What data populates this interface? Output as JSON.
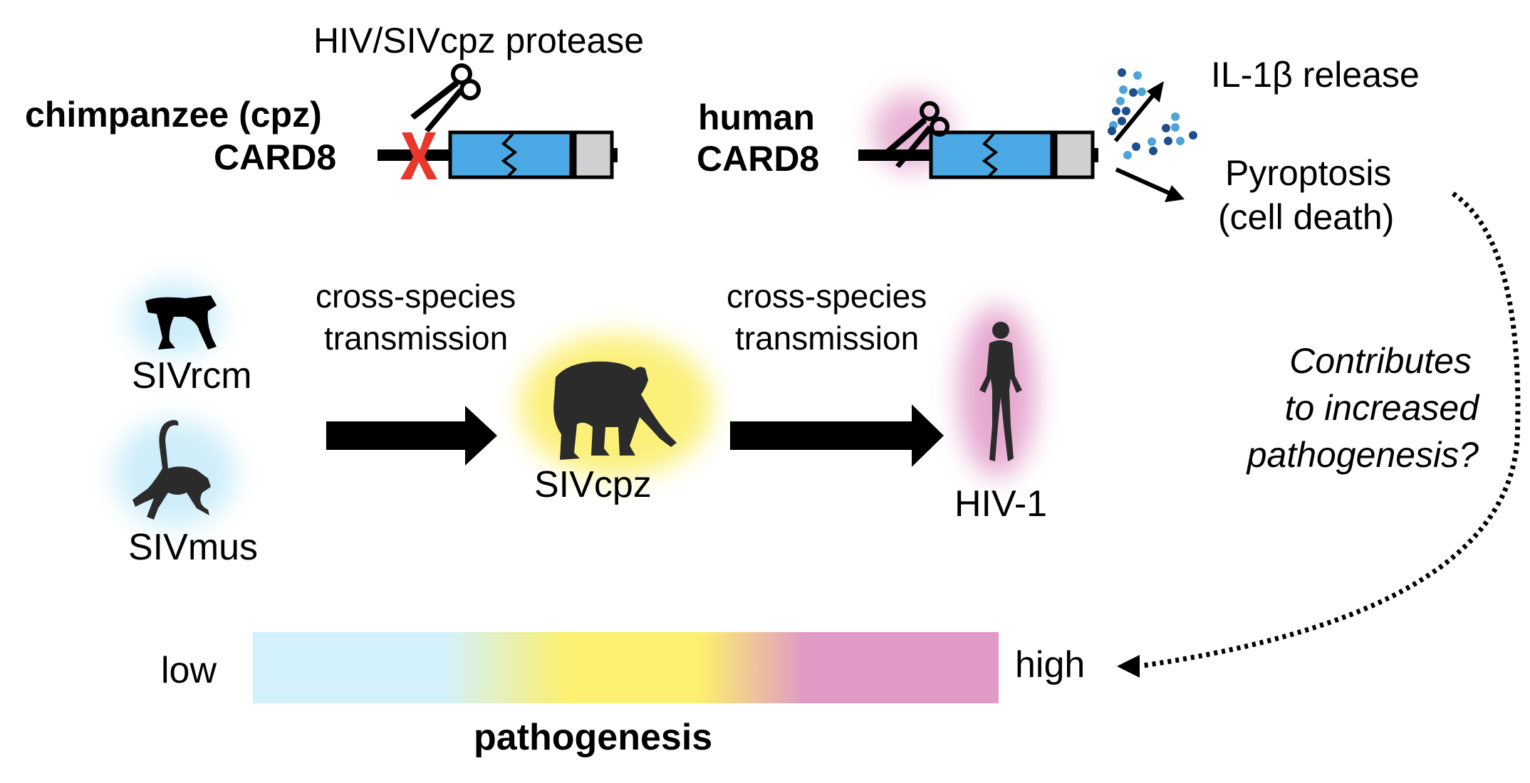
{
  "protease_label": "HIV/SIVcpz protease",
  "chimp_construct": {
    "species_label": "chimpanzee (cpz)",
    "gene_label": "CARD8",
    "cleavage": "blocked"
  },
  "human_construct": {
    "species_label": "human",
    "gene_label": "CARD8",
    "cleavage": "cleaved"
  },
  "outcomes": {
    "il1b": "IL-1β release",
    "pyroptosis_line1": "Pyroptosis",
    "pyroptosis_line2": "(cell death)"
  },
  "transmission": {
    "label1_line1": "cross-species",
    "label1_line2": "transmission",
    "label2_line1": "cross-species",
    "label2_line2": "transmission"
  },
  "viruses": {
    "sivrcm": "SIVrcm",
    "sivmus": "SIVmus",
    "sivcpz": "SIVcpz",
    "hiv1": "HIV-1"
  },
  "question": {
    "line1": "Contributes",
    "line2": "to increased",
    "line3": "pathogenesis?"
  },
  "scale": {
    "low": "low",
    "high": "high",
    "title": "pathogenesis"
  },
  "colors": {
    "card8_domain": "#4aa9e4",
    "card_domain": "#cfd0d2",
    "blocked_x": "#e8372b",
    "monkey_glow": "#cdeefa",
    "chimp_glow": "#fbf07a",
    "human_glow": "#e29ac8",
    "il1b_dark": "#1f4e8c",
    "il1b_light": "#4ea3d8",
    "scale_low": "#d3f1fa",
    "scale_mid": "#fbf06f",
    "scale_high": "#e19ac5"
  }
}
